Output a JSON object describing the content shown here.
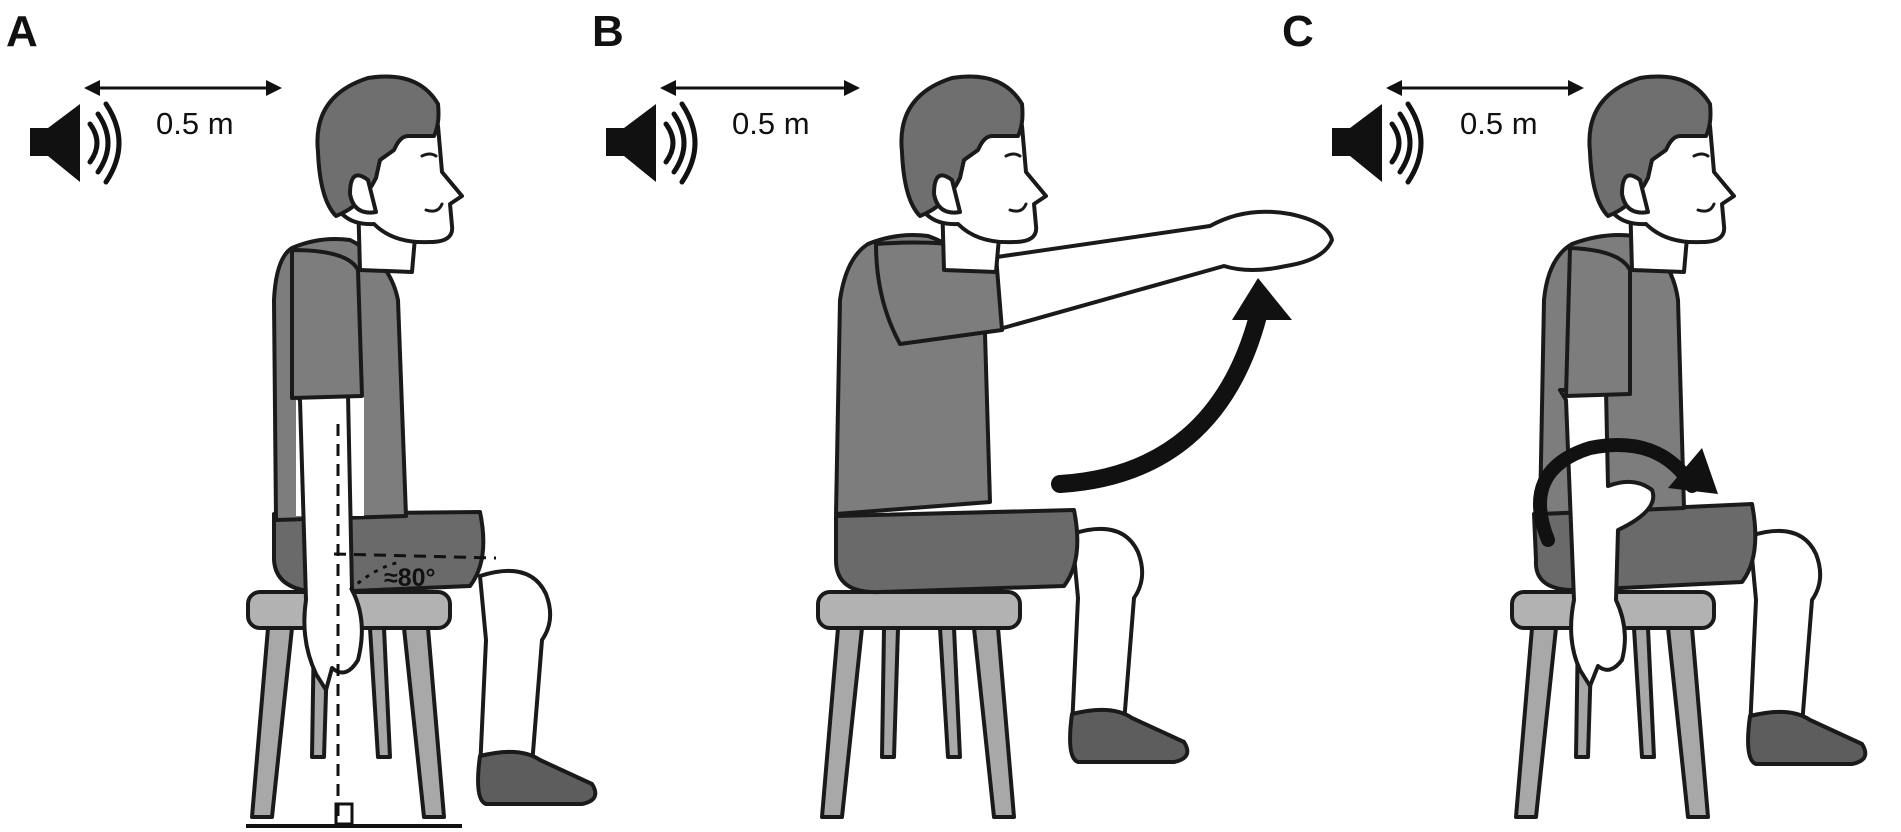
{
  "panels": [
    {
      "letter": "A",
      "distance": "0.5 m",
      "angle": "≈80°"
    },
    {
      "letter": "B",
      "distance": "0.5 m"
    },
    {
      "letter": "C",
      "distance": "0.5 m"
    }
  ],
  "colors": {
    "shirt": "#7d7d7d",
    "shorts": "#6a6a6a",
    "hair": "#6f6f6f",
    "chair": "#b2b2b2",
    "shoe": "#5d5d5d",
    "outline": "#1a1a1a"
  },
  "icons": {
    "sound": "speaker-icon",
    "movement": "curved-arrow-icon",
    "rotation": "rotation-arrow-icon"
  }
}
